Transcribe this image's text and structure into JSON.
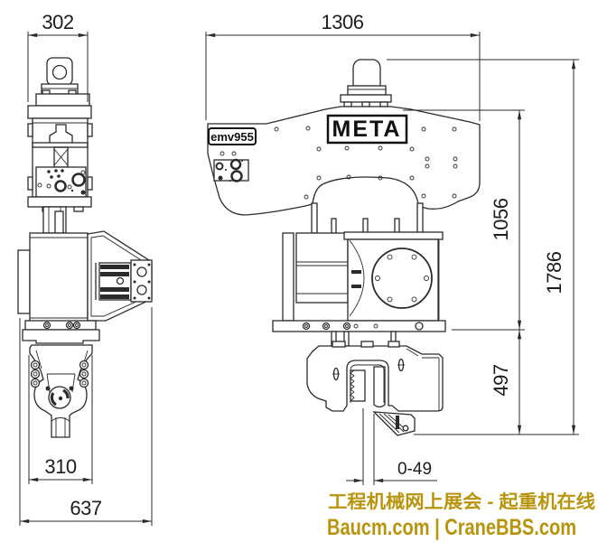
{
  "drawing": {
    "brand_label": "META",
    "model_label": "emv955",
    "line_color": "#2b2b2b",
    "dimensions": {
      "side_width": "302",
      "front_width": "1306",
      "upper_height": "1056",
      "total_height": "1786",
      "clamp_height": "497",
      "jaw_range": "0-49",
      "clamp_width": "310",
      "side_depth": "637"
    },
    "watermark": {
      "line1": "工程机械网上展会 - 起重机在线",
      "line2": "Baucm.com | CraneBBS.com",
      "color": "#b8940c"
    }
  }
}
